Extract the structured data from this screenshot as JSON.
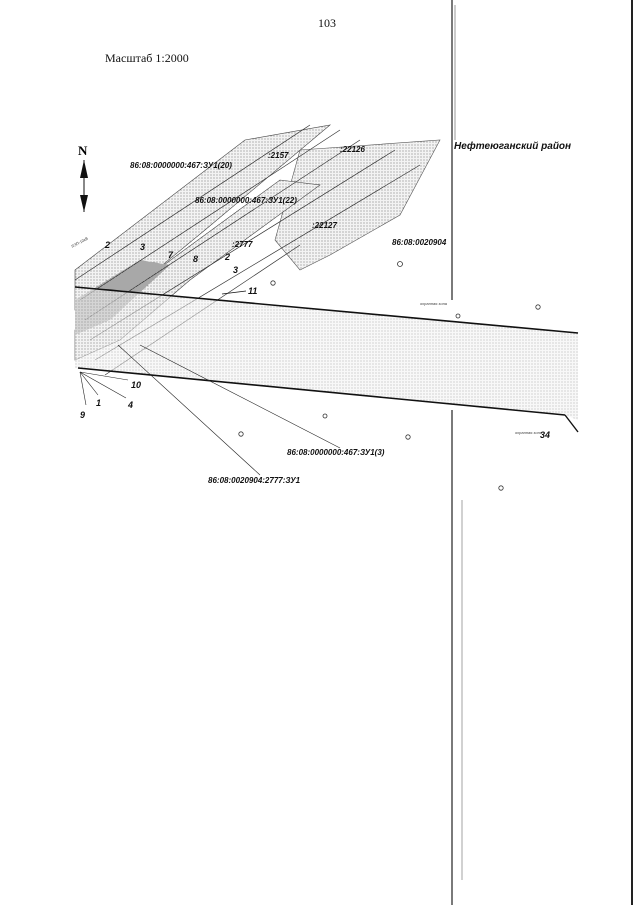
{
  "page": {
    "number": "103",
    "scale": "Масштаб 1:2000",
    "region": "Нефтеюганский район"
  },
  "map": {
    "north_label": "N",
    "parcels": {
      "p20": "86:08:0000000:467:ЗУ1(20)",
      "p22": "86:08:0000000:467:ЗУ1(22)",
      "p3": "86:08:0000000:467:ЗУ1(3)",
      "block": "86:08:0020904",
      "main": "86:08:0020904:2777:ЗУ1"
    },
    "sub_labels": {
      "a": ":2157",
      "b": ":22126",
      "c": ":22127",
      "d": ":2777"
    },
    "points": {
      "p1": "1",
      "p2": "2",
      "p3": "3",
      "p4": "4",
      "p7": "7",
      "p8": "8",
      "p9": "9",
      "p10": "10",
      "p11": "11",
      "p34": "34",
      "p2b": "2",
      "p3b": "3"
    },
    "rotated_note": "ЛЭП-10кВ",
    "small_notes": {
      "n1": "охранная зона",
      "n2": "охранная зона"
    }
  }
}
